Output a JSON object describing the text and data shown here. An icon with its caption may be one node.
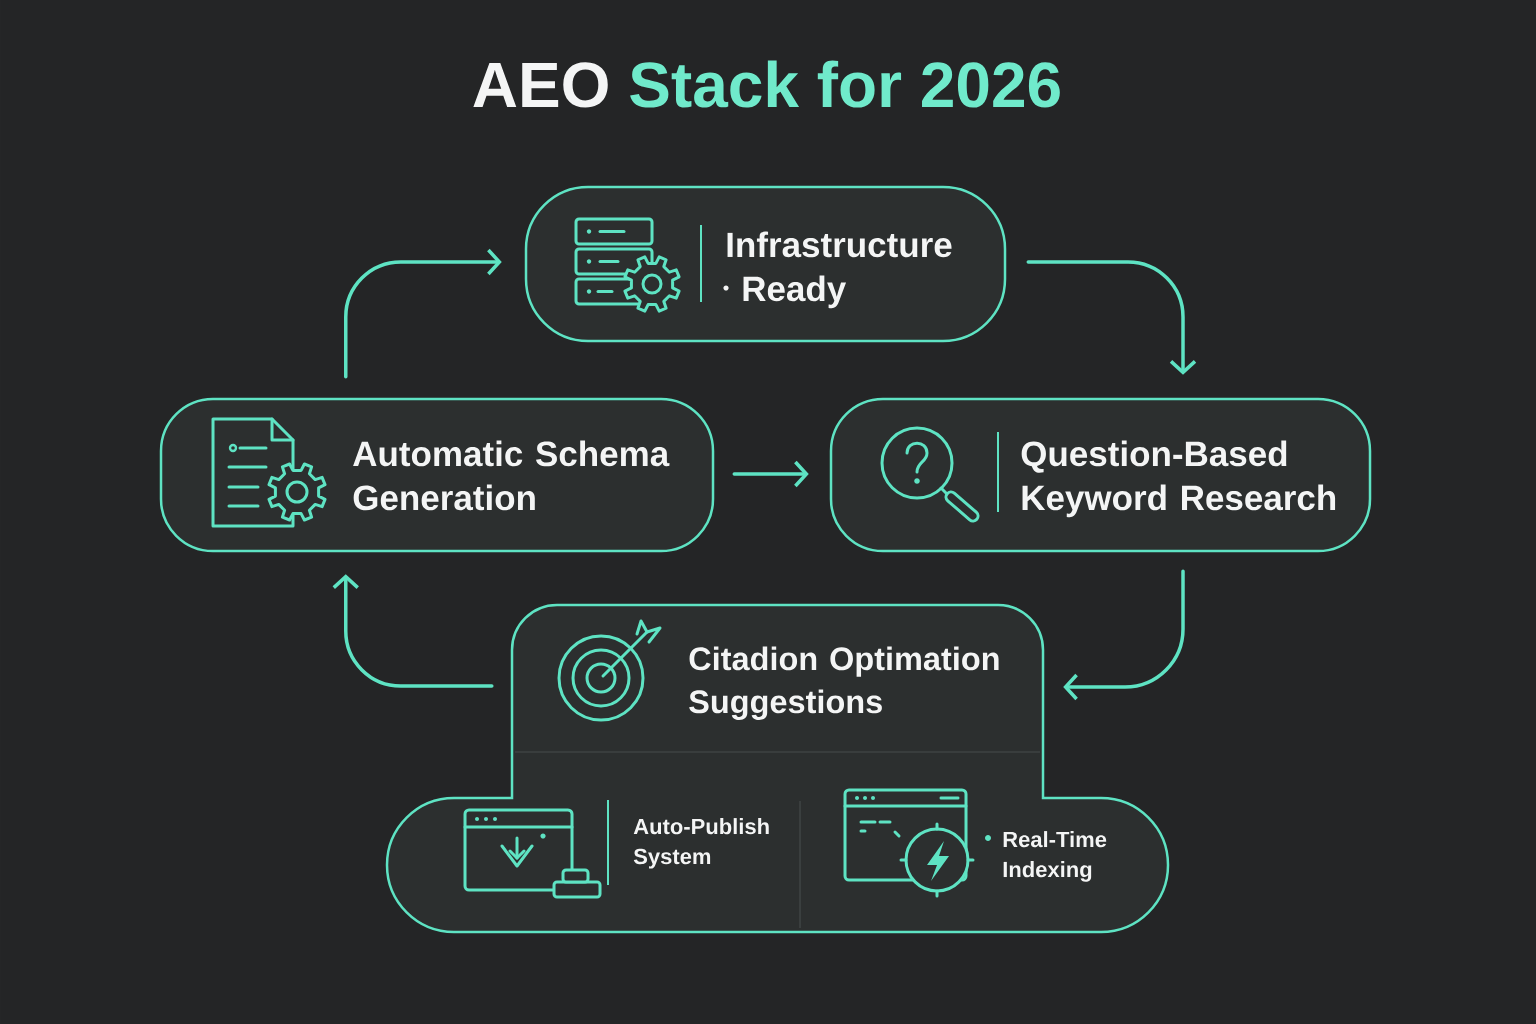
{
  "diagram": {
    "title": "AEO Stack for 2026",
    "nodes": [
      {
        "text": [
          "Infrastructure Ready"
        ]
      },
      {
        "text": [
          "Automatic Schema Generation"
        ]
      },
      {
        "text": [
          "Question-Based Keyword Research"
        ]
      },
      {
        "text": [
          "Citadion Optimation Suggestions"
        ]
      },
      {
        "text": [
          "Auto-Publish System"
        ],
        "in": 3
      },
      {
        "text": [
          "Real-Time Indexing"
        ],
        "in": 3
      }
    ],
    "edges": [
      {
        "from": 1,
        "to": 0,
        "arrow": "to"
      },
      {
        "from": 0,
        "to": 2,
        "arrow": "to"
      },
      {
        "from": 1,
        "to": 2,
        "arrow": "to"
      },
      {
        "from": 2,
        "to": 3,
        "arrow": "to"
      },
      {
        "from": 3,
        "to": 1,
        "arrow": "to"
      }
    ]
  }
}
